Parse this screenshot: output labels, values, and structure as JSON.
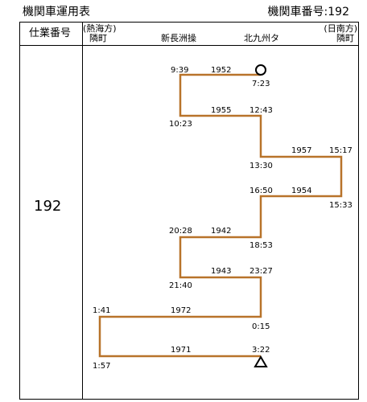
{
  "header": {
    "title": "機関車運用表",
    "loco_label": "機関車番号:192"
  },
  "table": {
    "col_id": "仕業番号",
    "left_direction": "(熱海方)",
    "left_end": "隣町",
    "station_1": "新長洲操",
    "station_2": "北九州タ",
    "right_direction": "(日南方)",
    "right_end": "隣町",
    "operation_number": "192"
  },
  "diagram": {
    "line_color": "#b8732a",
    "start_marker": "circle",
    "end_marker": "triangle",
    "trains": [
      {
        "train": "1952",
        "times": [
          "9:39",
          "7:23"
        ]
      },
      {
        "train": "1955",
        "times": [
          "10:23",
          "12:43"
        ]
      },
      {
        "train": "1957",
        "times": [
          "13:30",
          "15:17"
        ]
      },
      {
        "train": "1954",
        "times": [
          "16:50",
          "15:33"
        ]
      },
      {
        "train": "1942",
        "times": [
          "20:28",
          "18:53"
        ]
      },
      {
        "train": "1943",
        "times": [
          "21:40",
          "23:27"
        ]
      },
      {
        "train": "1972",
        "times": [
          "1:41",
          "0:15"
        ]
      },
      {
        "train": "1971",
        "times": [
          "1:57",
          "3:22"
        ]
      }
    ]
  }
}
